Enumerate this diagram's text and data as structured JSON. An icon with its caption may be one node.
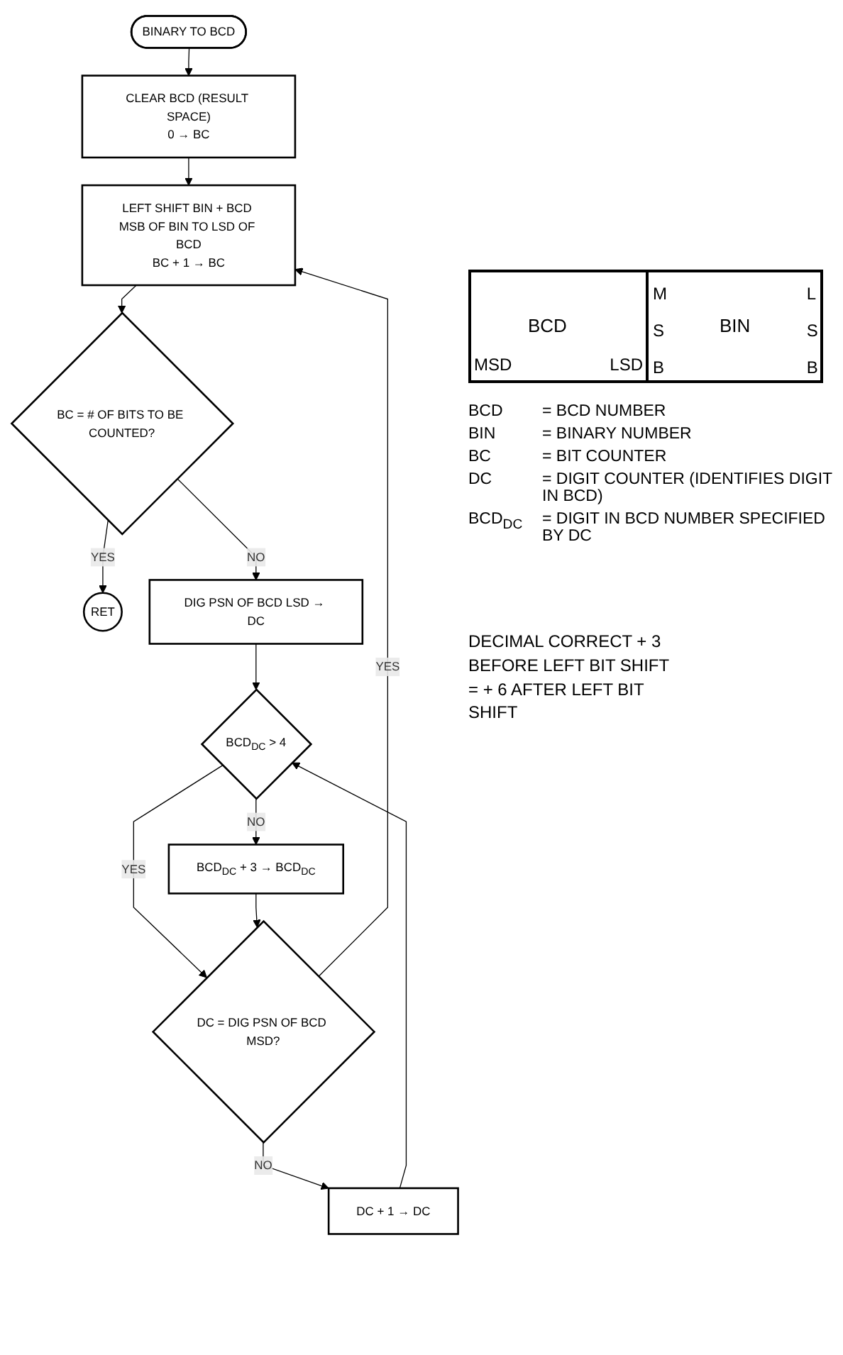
{
  "diagram": {
    "nodes": [
      {
        "text": [
          "BINARY TO BCD"
        ]
      },
      {
        "text": [
          "CLEAR BCD (RESULT SPACE)",
          "0 → BC"
        ]
      },
      {
        "text": [
          "LEFT SHIFT BIN + BCD MSB OF BIN TO LSD OF BCD",
          "BC + 1 → BC"
        ]
      },
      {
        "text": [
          "BC = # OF BITS TO BE COUNTED?"
        ]
      },
      {
        "text": [
          "RET"
        ]
      },
      {
        "text": [
          "DIG PSN OF BCD LSD → DC"
        ]
      },
      {
        "text": [
          "BCD$_{DC}$ > 4"
        ]
      },
      {
        "text": [
          "BCD$_{DC}$ + 3 → BCD$_{DC}$"
        ]
      },
      {
        "text": [
          "DC = DIG PSN OF BCD MSD?"
        ]
      },
      {
        "text": [
          "DC + 1 → DC"
        ]
      }
    ],
    "edges": [
      {
        "from": 0,
        "to": 1,
        "arrow": "to"
      },
      {
        "from": 1,
        "to": 2,
        "arrow": "to"
      },
      {
        "from": 2,
        "to": 3,
        "arrow": "to"
      },
      {
        "from": 3,
        "to": 4,
        "arrow": "to",
        "label": "YES"
      },
      {
        "from": 3,
        "to": 5,
        "arrow": "to",
        "label": "NO"
      },
      {
        "from": 5,
        "to": 6,
        "arrow": "to"
      },
      {
        "from": 6,
        "to": 7,
        "arrow": "to",
        "label": "NO"
      },
      {
        "from": 6,
        "to": 8,
        "arrow": "to",
        "label": "YES"
      },
      {
        "from": 7,
        "to": 8,
        "arrow": "to"
      },
      {
        "from": 8,
        "to": 2,
        "arrow": "to",
        "label": "YES"
      },
      {
        "from": 8,
        "to": 9,
        "arrow": "to",
        "label": "NO"
      },
      {
        "from": 9,
        "to": 6,
        "arrow": "to"
      }
    ],
    "labels": [
      "DECIMAL CORRECT + 3 BEFORE LEFT BIT SHIFT = + 6 AFTER LEFT BIT SHIFT",
      "BCD",
      "MSD",
      "LSD",
      "M S B",
      "BIN",
      "L S B",
      "BCD",
      "= BCD NUMBER",
      "BIN",
      "= BINARY NUMBER",
      "BC",
      "= BIT COUNTER",
      "DC",
      "= DIGIT COUNTER (IDENTIFIES DIGIT IN BCD)",
      "BCD$_{DC}$",
      "= DIGIT IN BCD NUMBER SPECIFIED BY DC"
    ]
  }
}
